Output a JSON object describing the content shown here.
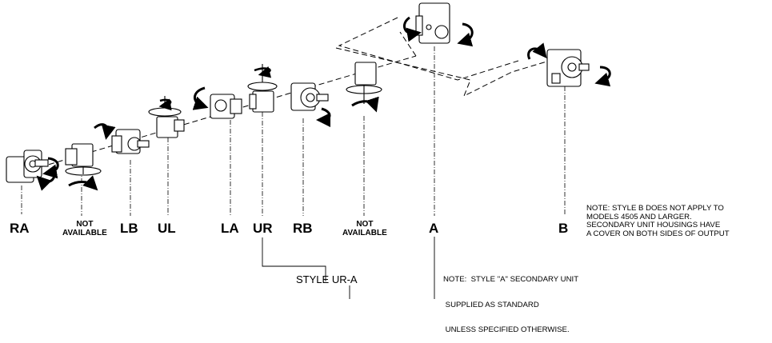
{
  "style_labels": {
    "ra": "RA",
    "not_available_1_line1": "NOT",
    "not_available_1_line2": "AVAILABLE",
    "lb": "LB",
    "ul": "UL",
    "la": "LA",
    "ur": "UR",
    "rb": "RB",
    "not_available_2_line1": "NOT",
    "not_available_2_line2": "AVAILABLE",
    "a": "A",
    "b": "B"
  },
  "callout": {
    "prefix": "STYLE",
    "code": "UR-A"
  },
  "note_b": [
    "NOTE:  STYLE B DOES NOT APPLY TO",
    "MODELS 4505 AND LARGER.",
    "SECONDARY UNIT HOUSINGS HAVE",
    "A COVER ON BOTH SIDES OF OUTPUT"
  ],
  "note_a": [
    "NOTE:  STYLE \"A\" SECONDARY UNIT",
    " SUPPLIED AS STANDARD",
    " UNLESS SPECIFIED OTHERWISE."
  ]
}
